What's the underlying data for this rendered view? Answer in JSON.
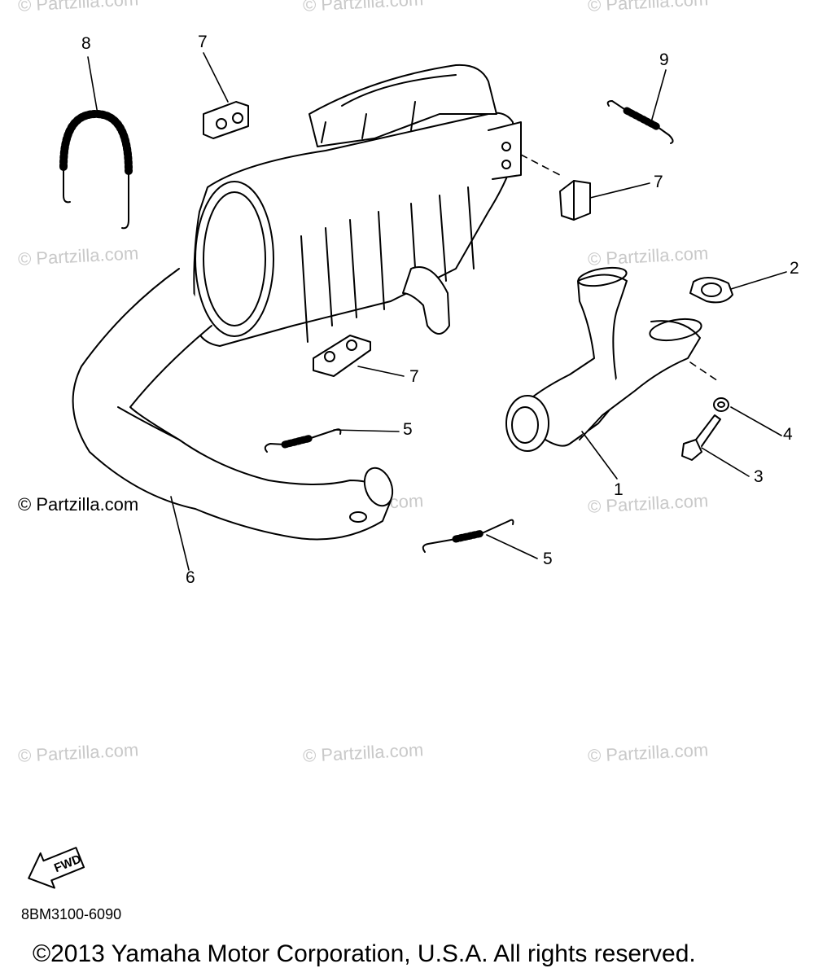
{
  "watermark_text": "© Partzilla.com",
  "watermark_strong_text": "© Partzilla.com",
  "callouts": {
    "c1": "1",
    "c2": "2",
    "c3": "3",
    "c4": "4",
    "c5a": "5",
    "c5b": "5",
    "c6": "6",
    "c7a": "7",
    "c7b": "7",
    "c7c": "7",
    "c8": "8",
    "c9": "9"
  },
  "fwd_label": "FWD",
  "diagram_code": "8BM3100-6090",
  "copyright": "©2013  Yamaha Motor Corporation, U.S.A. All rights reserved."
}
